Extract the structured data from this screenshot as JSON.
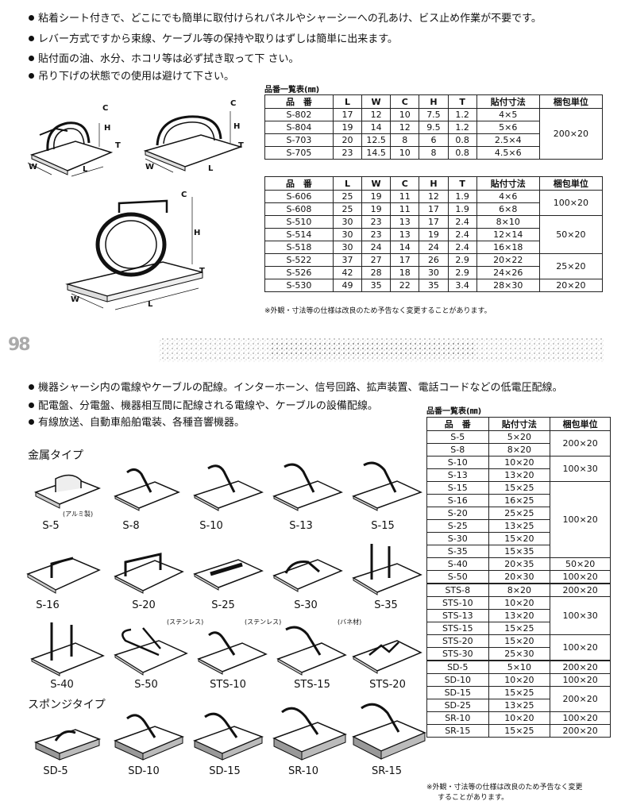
{
  "top_bullets": [
    "粘着シート付きで、どこにでも簡単に取付けられパネルやシャーシーへの孔あけ、ビス止め作業が不要です。",
    "レバー方式ですから束線、ケーブル等の保持や取りはずしは簡単に出来ます。",
    "貼付面の油、水分、ホコリ等は必ず拭き取って下 さい。",
    "吊り下げの状態での使用は避けて下さい。"
  ],
  "table1": {
    "caption": "品番一覧表(㎜)",
    "headers": [
      "品　番",
      "L",
      "W",
      "C",
      "H",
      "T",
      "貼付寸法",
      "梱包単位"
    ],
    "rows": [
      [
        "S-802",
        "17",
        "12",
        "10",
        "7.5",
        "1.2",
        "4×5"
      ],
      [
        "S-804",
        "19",
        "14",
        "12",
        "9.5",
        "1.2",
        "5×6"
      ],
      [
        "S-703",
        "20",
        "12.5",
        "8",
        "6",
        "0.8",
        "2.5×4"
      ],
      [
        "S-705",
        "23",
        "14.5",
        "10",
        "8",
        "0.8",
        "4.5×6"
      ]
    ],
    "pack": "200×20"
  },
  "table2": {
    "headers": [
      "品　番",
      "L",
      "W",
      "C",
      "H",
      "T",
      "貼付寸法",
      "梱包単位"
    ],
    "rows": [
      [
        "S-606",
        "25",
        "19",
        "11",
        "12",
        "1.9",
        "4×6"
      ],
      [
        "S-608",
        "25",
        "19",
        "11",
        "17",
        "1.9",
        "6×8"
      ],
      [
        "S-510",
        "30",
        "23",
        "13",
        "17",
        "2.4",
        "8×10"
      ],
      [
        "S-514",
        "30",
        "23",
        "13",
        "19",
        "2.4",
        "12×14"
      ],
      [
        "S-518",
        "30",
        "24",
        "14",
        "24",
        "2.4",
        "16×18"
      ],
      [
        "S-522",
        "37",
        "27",
        "17",
        "26",
        "2.9",
        "20×22"
      ],
      [
        "S-526",
        "42",
        "28",
        "18",
        "30",
        "2.9",
        "24×26"
      ],
      [
        "S-530",
        "49",
        "35",
        "22",
        "35",
        "3.4",
        "28×30"
      ]
    ],
    "packs": [
      "100×20",
      "50×20",
      "25×20",
      "20×20"
    ],
    "note": "※外観・寸法等の仕様は改良のため予告なく変更することがあります。"
  },
  "dim_labels": {
    "c": "C",
    "h": "H",
    "t": "T",
    "w": "W",
    "l": "L"
  },
  "scan_mark": "98",
  "mid_bullets": [
    "機器シャーシ内の電線やケーブルの配線。インターホーン、信号回路、拡声装置、電話コードなどの低電圧配線。",
    "配電盤、分電盤、機器相互間に配線される電線や、ケーブルの設備配線。",
    "有線放送、自動車船舶電装、各種音響機器。"
  ],
  "table3": {
    "caption": "品番一覧表(㎜)",
    "headers": [
      "品　番",
      "貼付寸法",
      "梱包単位"
    ],
    "rows": [
      [
        "S-5",
        "5×20"
      ],
      [
        "S-8",
        "8×20"
      ],
      [
        "S-10",
        "10×20"
      ],
      [
        "S-13",
        "13×20"
      ],
      [
        "S-15",
        "15×25"
      ],
      [
        "S-16",
        "16×25"
      ],
      [
        "S-20",
        "25×25"
      ],
      [
        "S-25",
        "13×25"
      ],
      [
        "S-30",
        "15×20"
      ],
      [
        "S-35",
        "15×35"
      ],
      [
        "S-40",
        "20×35"
      ],
      [
        "S-50",
        "20×30"
      ],
      [
        "STS-8",
        "8×20"
      ],
      [
        "STS-10",
        "10×20"
      ],
      [
        "STS-13",
        "13×20"
      ],
      [
        "STS-15",
        "15×25"
      ],
      [
        "STS-20",
        "15×20"
      ],
      [
        "STS-30",
        "25×30"
      ],
      [
        "SD-5",
        "5×10"
      ],
      [
        "SD-10",
        "10×20"
      ],
      [
        "SD-15",
        "15×25"
      ],
      [
        "SD-25",
        "13×25"
      ],
      [
        "SR-10",
        "10×20"
      ],
      [
        "SR-15",
        "15×25"
      ]
    ],
    "packs": {
      "p1": "200×20",
      "p2": "100×30",
      "p3": "100×20",
      "p4": "50×20",
      "p5": "100×20",
      "p6": "200×20",
      "p7": "100×30",
      "p8": "100×20",
      "p9": "200×20",
      "p10": "100×20",
      "p11": "200×20",
      "p12": "100×20",
      "p13": "200×20"
    },
    "note_line1": "※外観・寸法等の仕様は改良のため予告なく変更",
    "note_line2": "することがあります。"
  },
  "metal_type": "金属タイプ",
  "sponge_type": "スポンジタイプ",
  "material_notes": {
    "alumi": "(アルミ製)",
    "stainless1": "(ステンレス)",
    "stainless2": "(ステンレス)",
    "spring": "(バネ材)"
  },
  "product_labels": {
    "row1": [
      "S-5",
      "S-8",
      "S-10",
      "S-13",
      "S-15"
    ],
    "row2": [
      "S-16",
      "S-20",
      "S-25",
      "S-30",
      "S-35"
    ],
    "row3": [
      "S-40",
      "S-50",
      "STS-10",
      "STS-15",
      "STS-20"
    ],
    "row4": [
      "SD-5",
      "SD-10",
      "SD-15",
      "SR-10",
      "SR-15"
    ]
  }
}
